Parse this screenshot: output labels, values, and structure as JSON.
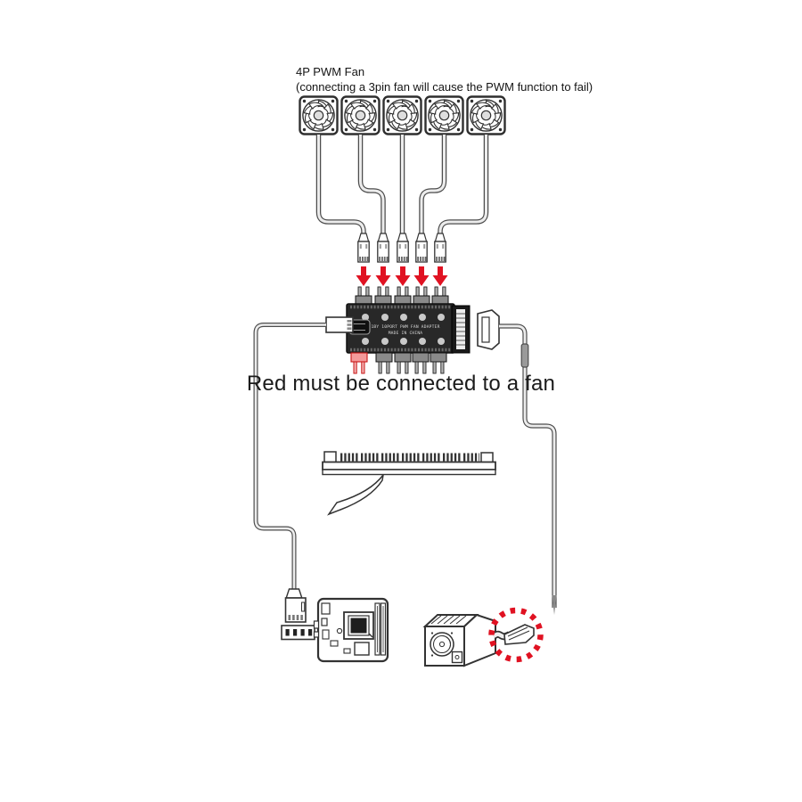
{
  "labels": {
    "fan_title_line1": "4P PWM Fan",
    "fan_title_line2": "(connecting a 3pin fan will cause the PWM function to fail)",
    "note": "Red must be connected to a fan",
    "hub_print_line1": "1BY 10PORT PWM FAN ADAPTER",
    "hub_print_line2": "MADE IN CHINA"
  },
  "colors": {
    "accent": "#e01222",
    "wire": "#4d4d4d",
    "wirefill": "#ececec",
    "ink": "#2f2f2f",
    "pcb": "#282828"
  },
  "diagram": {
    "fan_count": 5,
    "arrow_count": 5,
    "hub_top_port_count": 5,
    "hub_bottom_port_count": 5,
    "highlighted_port": "bottom-left-red",
    "icons": {
      "pwm-fan-icon": "square axial fan with 9 blades",
      "fan-plug-icon": "4-pin female fan connector",
      "down-arrow-icon": "red insertion arrow",
      "fan-hub-board": "10-port PWM fan hub PCB",
      "sata-power-plug-icon": "SATA power connector",
      "motherboard-icon": "mini-ITX motherboard",
      "psu-icon": "power supply unit",
      "red-dotted-circle": "highlight circle around PSU SATA plug"
    }
  }
}
